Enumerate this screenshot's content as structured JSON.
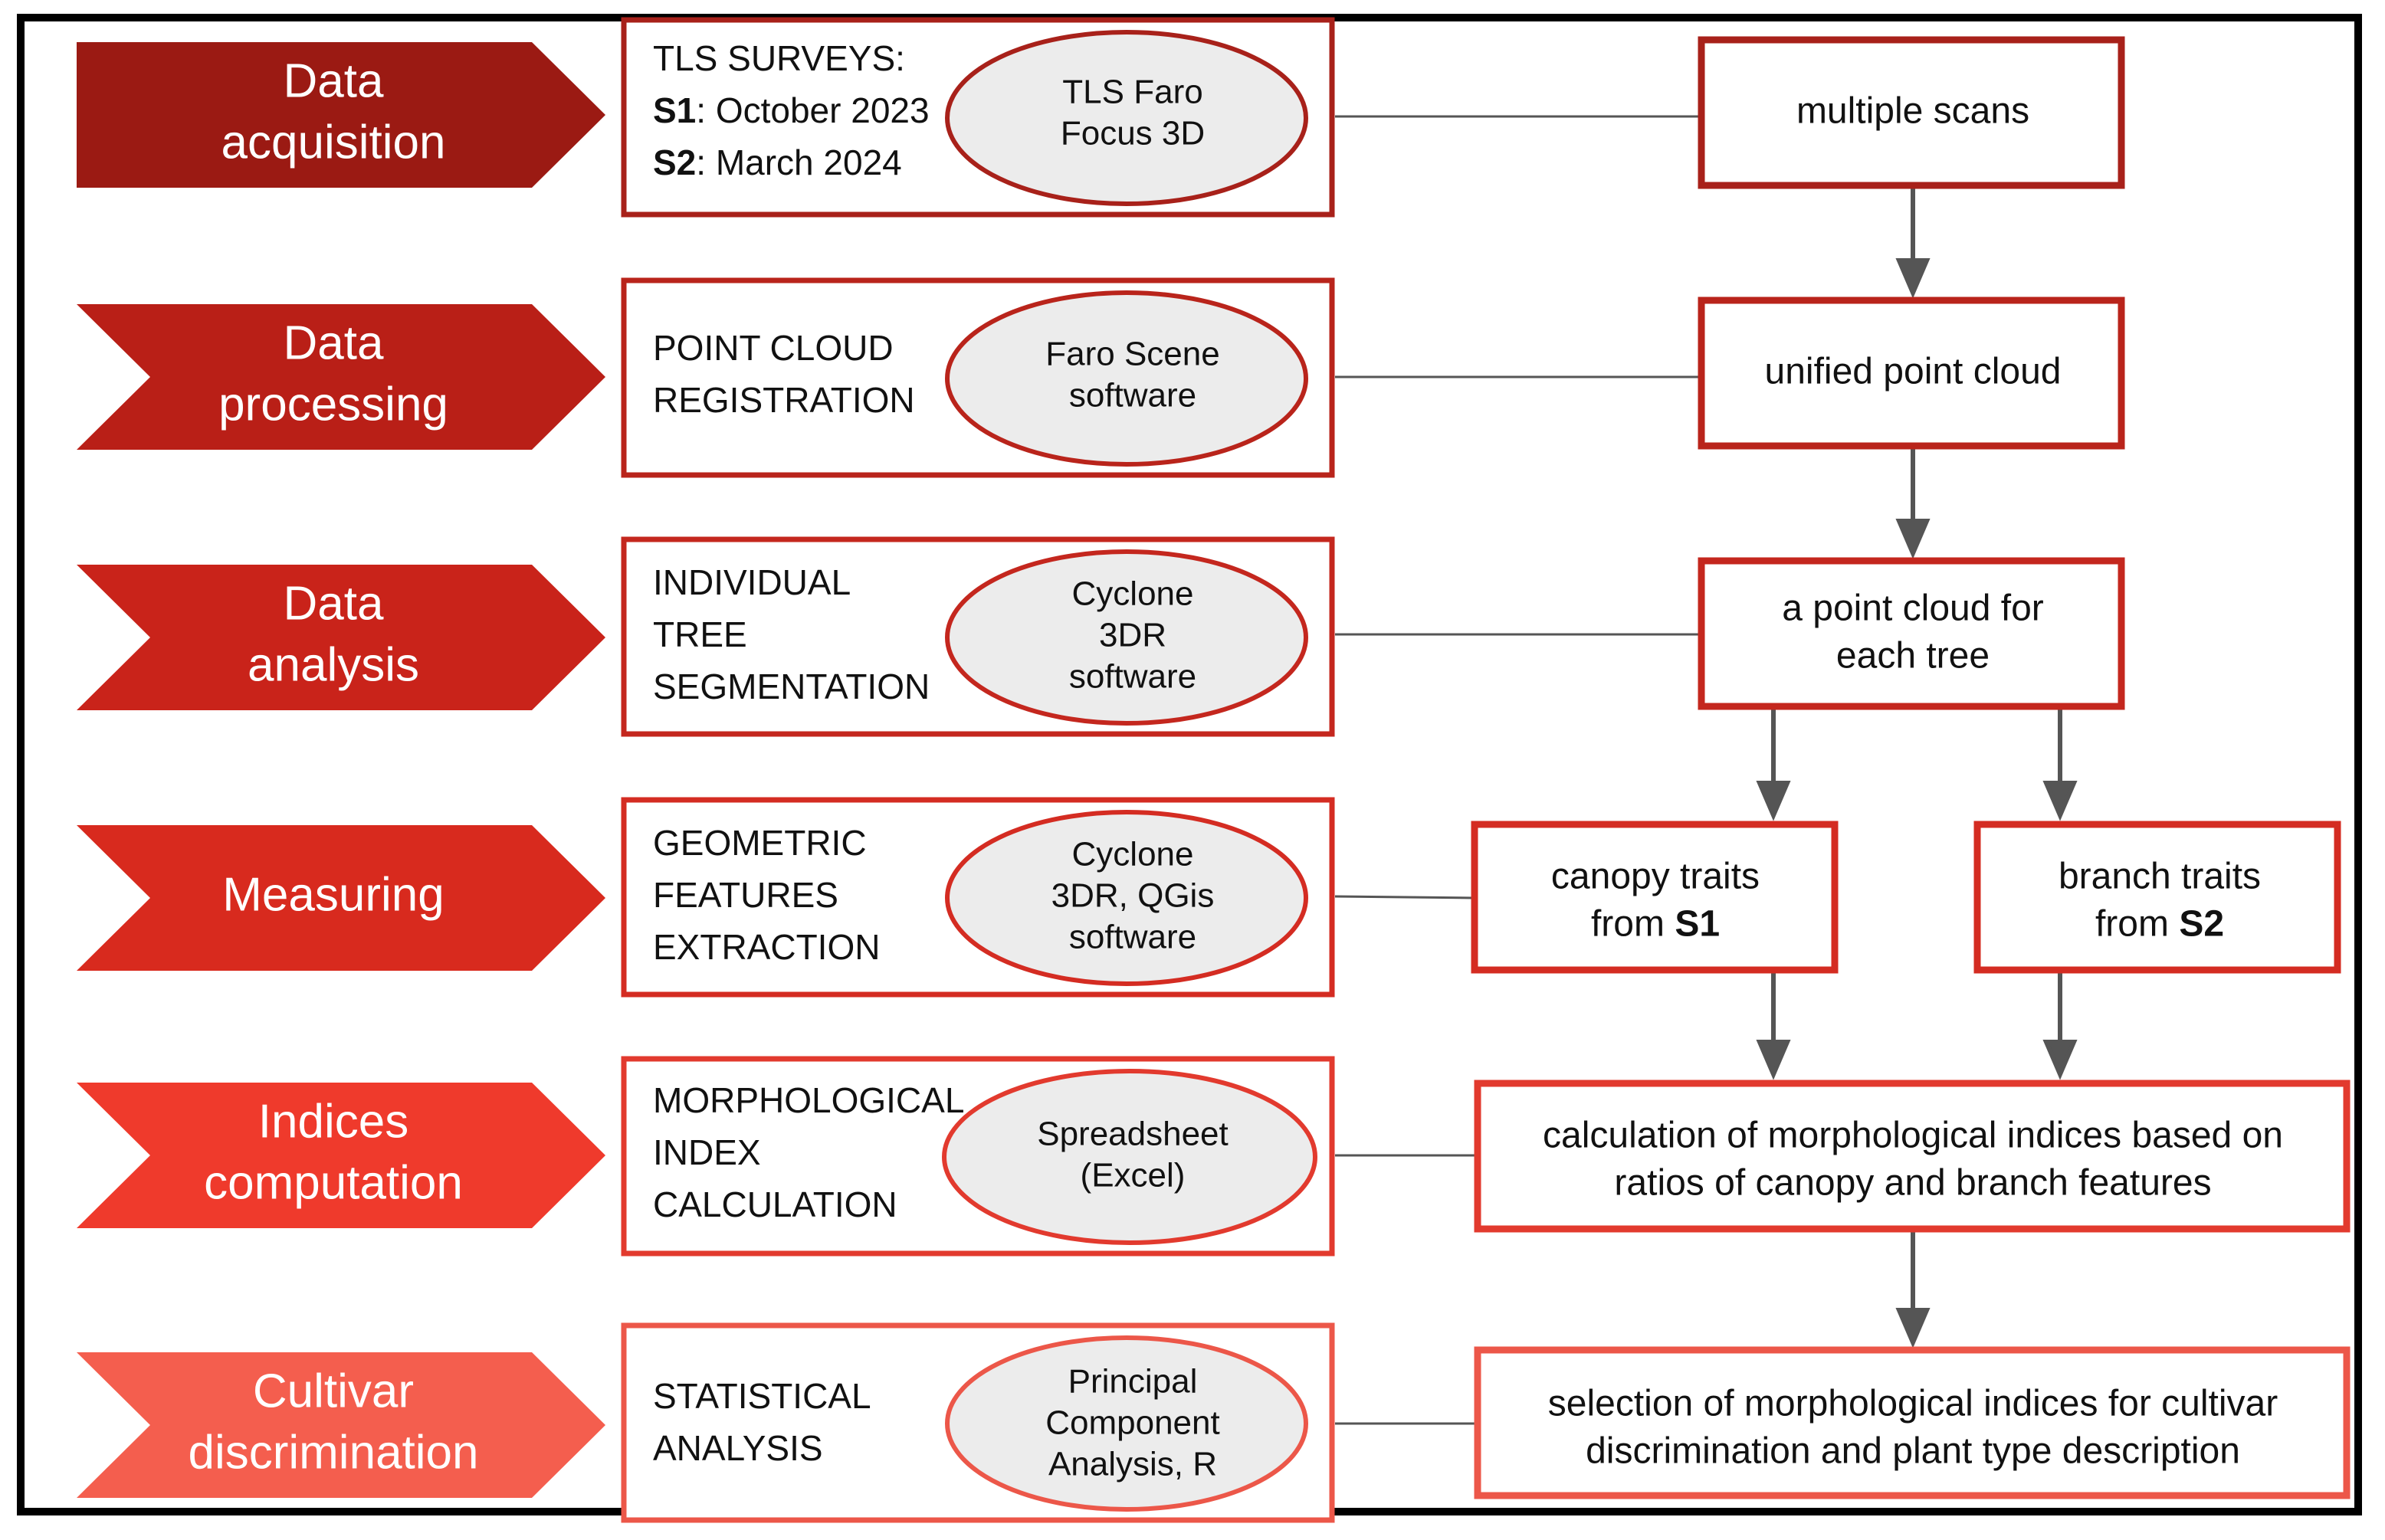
{
  "colors": {
    "stage1": "#9b1a13",
    "stage2": "#b91f17",
    "stage3": "#c9231a",
    "stage4": "#d82a1e",
    "stage5": "#ef3a2c",
    "stage6": "#f45e4e",
    "ellipse_fill": "#ececec",
    "connector": "#555555"
  },
  "stages": [
    {
      "label": [
        "Data",
        "acquisition"
      ],
      "method_lines": [
        [
          {
            "t": "TLS SURVEYS:"
          }
        ],
        [
          {
            "t": "S1",
            "b": true
          },
          {
            "t": ": October 2023"
          }
        ],
        [
          {
            "t": "S2",
            "b": true
          },
          {
            "t": ": March 2024"
          }
        ]
      ],
      "tool": [
        "TLS Faro",
        "Focus 3D"
      ]
    },
    {
      "label": [
        "Data",
        "processing"
      ],
      "method_lines": [
        [
          {
            "t": "POINT CLOUD"
          }
        ],
        [
          {
            "t": "REGISTRATION"
          }
        ]
      ],
      "tool": [
        "Faro Scene",
        "software"
      ]
    },
    {
      "label": [
        "Data",
        "analysis"
      ],
      "method_lines": [
        [
          {
            "t": "INDIVIDUAL"
          }
        ],
        [
          {
            "t": "TREE"
          }
        ],
        [
          {
            "t": "SEGMENTATION"
          }
        ]
      ],
      "tool": [
        "Cyclone",
        "3DR",
        "software"
      ]
    },
    {
      "label": [
        "Measuring"
      ],
      "method_lines": [
        [
          {
            "t": "GEOMETRIC"
          }
        ],
        [
          {
            "t": "FEATURES"
          }
        ],
        [
          {
            "t": "EXTRACTION"
          }
        ]
      ],
      "tool": [
        "Cyclone",
        "3DR, QGis",
        "software"
      ]
    },
    {
      "label": [
        "Indices",
        "computation"
      ],
      "method_lines": [
        [
          {
            "t": "MORPHOLOGICAL"
          }
        ],
        [
          {
            "t": "INDEX"
          }
        ],
        [
          {
            "t": "CALCULATION"
          }
        ]
      ],
      "tool": [
        "Spreadsheet",
        "(Excel)"
      ]
    },
    {
      "label": [
        "Cultivar",
        "discrimination"
      ],
      "method_lines": [
        [
          {
            "t": "STATISTICAL"
          }
        ],
        [
          {
            "t": "ANALYSIS"
          }
        ]
      ],
      "tool": [
        "Principal",
        "Component",
        "Analysis, R"
      ]
    }
  ],
  "outputs": {
    "multiple_scans": [
      [
        {
          "t": "multiple scans"
        }
      ]
    ],
    "unified_cloud": [
      [
        {
          "t": "unified point cloud"
        }
      ]
    ],
    "tree_cloud": [
      [
        {
          "t": "a point cloud for"
        }
      ],
      [
        {
          "t": "each tree"
        }
      ]
    ],
    "canopy_traits": [
      [
        {
          "t": "canopy traits"
        }
      ],
      [
        {
          "t": "from "
        },
        {
          "t": "S1",
          "b": true
        }
      ]
    ],
    "branch_traits": [
      [
        {
          "t": "branch traits"
        }
      ],
      [
        {
          "t": "from "
        },
        {
          "t": "S2",
          "b": true
        }
      ]
    ],
    "calc_indices": [
      [
        {
          "t": "calculation of morphological indices based on"
        }
      ],
      [
        {
          "t": "ratios of canopy and branch features"
        }
      ]
    ],
    "selection": [
      [
        {
          "t": "selection of morphological indices for cultivar"
        }
      ],
      [
        {
          "t": "discrimination and plant type description"
        }
      ]
    ]
  }
}
